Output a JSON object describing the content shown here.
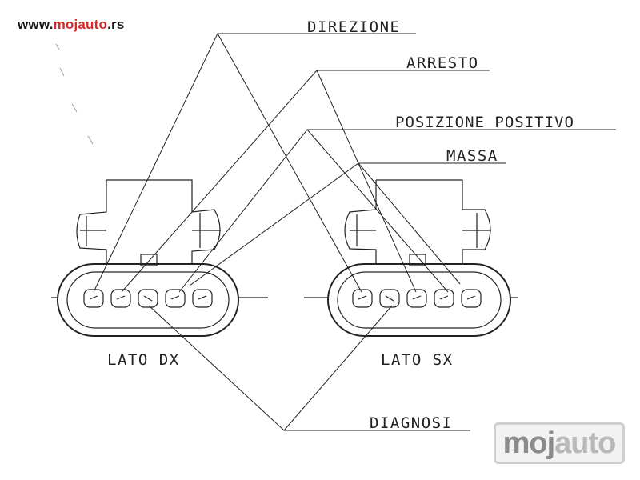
{
  "watermark": {
    "url_prefix": "www.",
    "url_brand": "mojauto",
    "url_suffix": ".rs",
    "logo_part1": "moj",
    "logo_part2": "auto",
    "brand_color": "#d42a2a"
  },
  "labels": {
    "direzione": "DIREZIONE",
    "arresto": "ARRESTO",
    "posizione_positivo": "POSIZIONE POSITIVO",
    "massa": "MASSA",
    "diagnosi": "DIAGNOSI",
    "lato_dx": "LATO DX",
    "lato_sx": "LATO SX"
  },
  "colors": {
    "line": "#222222",
    "paper": "#ffffff"
  }
}
